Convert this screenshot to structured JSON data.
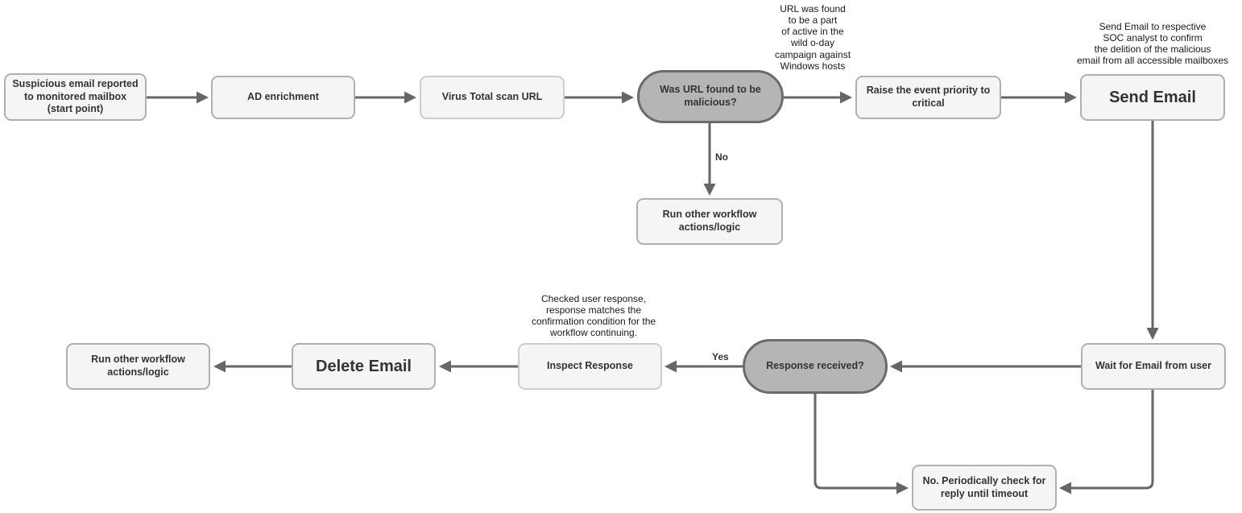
{
  "colors": {
    "canvas-bg": "#ffffff",
    "process-fill": "#f5f5f5",
    "process-border": "#b0b0b0",
    "process-border-light": "#cdcdcd",
    "decision-fill": "#b5b5b5",
    "decision-border": "#6b6b6b",
    "connector": "#666666",
    "label": "#333333",
    "annotation": "#1a1a1a"
  },
  "nodes": {
    "start": {
      "label": "Suspicious email reported to monitored mailbox (start point)"
    },
    "ad_enrichment": {
      "label": "AD enrichment"
    },
    "virus_total": {
      "label": "Virus Total scan URL"
    },
    "url_malicious": {
      "label": "Was URL found to be malicious?"
    },
    "raise_priority": {
      "label": "Raise the event priority to critical"
    },
    "send_email": {
      "label": "Send Email"
    },
    "run_other_top": {
      "label": "Run other workflow actions/logic"
    },
    "wait_email": {
      "label": "Wait for Email from user"
    },
    "response_received": {
      "label": "Response received?"
    },
    "inspect_response": {
      "label": "Inspect Response"
    },
    "delete_email": {
      "label": "Delete Email"
    },
    "run_other_bottom": {
      "label": "Run other workflow actions/logic"
    },
    "periodic_check": {
      "label": "No. Periodically check for reply until timeout"
    }
  },
  "edge_labels": {
    "no": "No",
    "yes": "Yes"
  },
  "annotations": {
    "campaign": "URL was found\nto be a part\nof active in the\nwild o-day\ncampaign against\nWindows hosts",
    "soc": "Send Email to respective\nSOC analyst to confirm\nthe delition of the malicious\nemail from all accessible mailboxes",
    "checked": "Checked user response,\nresponse matches the\nconfirmation condition for the\nworkflow continuing."
  }
}
